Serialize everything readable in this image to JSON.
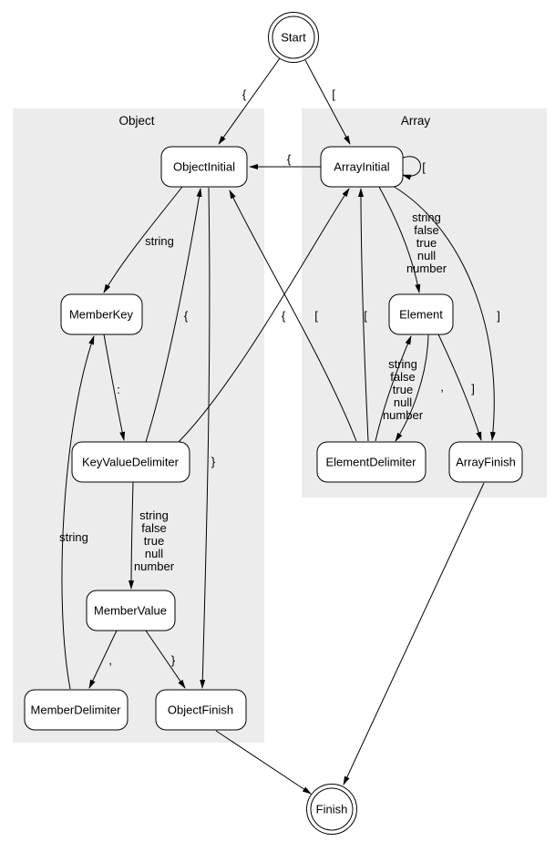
{
  "diagram": {
    "clusters": {
      "object": "Object",
      "array": "Array"
    },
    "nodes": {
      "start": "Start",
      "object_initial": "ObjectInitial",
      "array_initial": "ArrayInitial",
      "member_key": "MemberKey",
      "element": "Element",
      "key_value_delimiter": "KeyValueDelimiter",
      "element_delimiter": "ElementDelimiter",
      "array_finish": "ArrayFinish",
      "member_value": "MemberValue",
      "member_delimiter": "MemberDelimiter",
      "object_finish": "ObjectFinish",
      "finish": "Finish"
    },
    "edge_labels": {
      "start_to_objectinitial": "{",
      "start_to_arrayinitial": "[",
      "arrayinitial_to_objectinitial": "{",
      "arrayinitial_self": "[",
      "objectinitial_to_memberkey": "string",
      "memberkey_to_keyvaluedelimiter": ":",
      "keyvaluedelimiter_to_membervalue": [
        "string",
        "false",
        "true",
        "null",
        "number"
      ],
      "keyvaluedelimiter_to_objectinitial": "{",
      "keyvaluedelimiter_to_arrayinitial": "[",
      "arrayinitial_to_element": [
        "string",
        "false",
        "true",
        "null",
        "number"
      ],
      "elementdelimiter_to_element": [
        "string",
        "false",
        "true",
        "null",
        "number"
      ],
      "element_to_elementdelimiter": ",",
      "element_to_arrayfinish": "]",
      "arrayinitial_to_arrayfinish": "]",
      "elementdelimiter_to_objectinitial": "{",
      "elementdelimiter_to_arrayinitial": "[",
      "objectinitial_to_objectfinish": "}",
      "membervalue_to_memberdelimiter": ",",
      "membervalue_to_objectfinish": "}",
      "memberdelimiter_to_memberkey": "string"
    },
    "colors": {
      "cluster_fill": "#ececec",
      "node_fill": "#ffffff",
      "stroke": "#000000"
    }
  }
}
